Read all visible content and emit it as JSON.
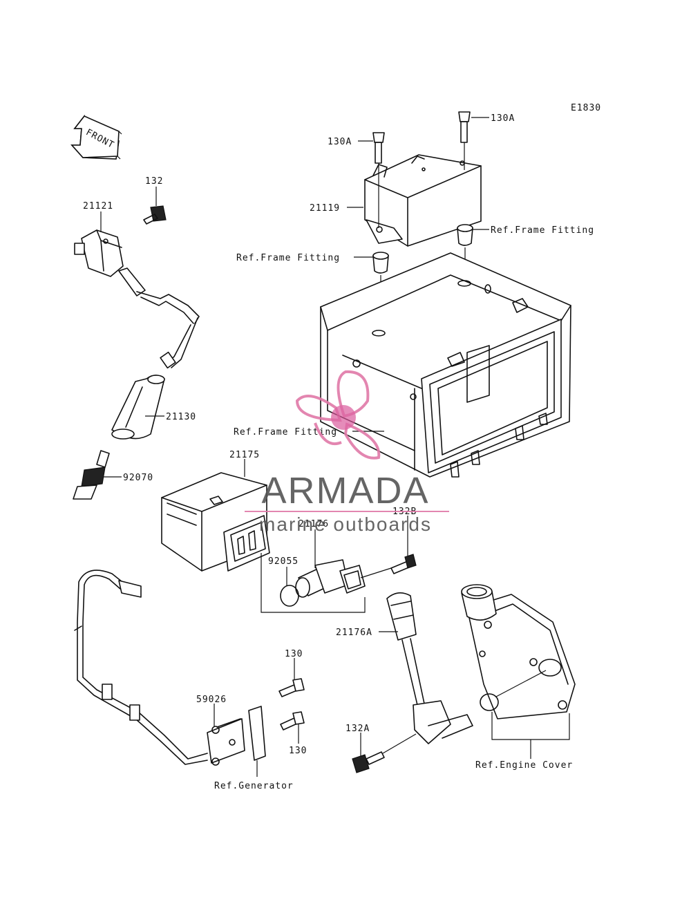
{
  "diagram_code": "E1830",
  "front_label": "FRONT",
  "labels": {
    "p132": "132",
    "p21121": "21121",
    "p21130": "21130",
    "p92070": "92070",
    "p21175": "21175",
    "p130A_left": "130A",
    "p130A_right": "130A",
    "p21119": "21119",
    "ref_frame_left": "Ref.Frame Fitting",
    "ref_frame_right": "Ref.Frame Fitting",
    "ref_frame_bottom": "Ref.Frame Fitting",
    "p132B": "132B",
    "p21176": "21176",
    "p92055": "92055",
    "p21176A": "21176A",
    "p130_top": "130",
    "p59026": "59026",
    "p130_bottom": "130",
    "p132A": "132A",
    "ref_generator": "Ref.Generator",
    "ref_engine_cover": "Ref.Engine Cover"
  },
  "watermark": {
    "brand": "ARMADA",
    "tagline": "marine outboards",
    "logo_name": "propeller-logo",
    "colors": {
      "brand_text": "#555555",
      "logo": "#e07aa8",
      "logo_hub": "#d9569a"
    }
  }
}
